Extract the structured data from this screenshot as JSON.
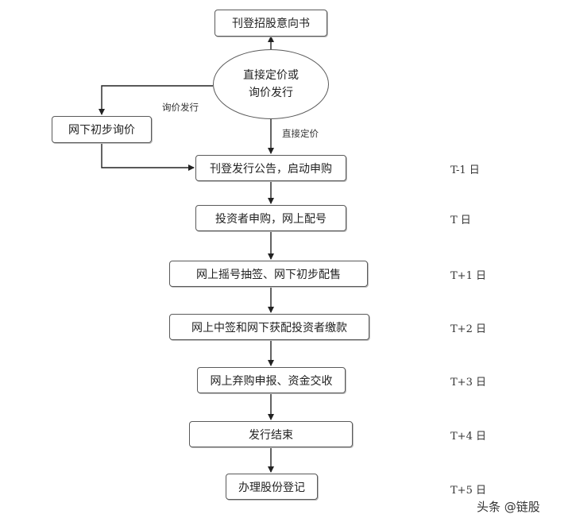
{
  "steps": {
    "prospectus": "刊登招股意向书",
    "pricing_line1": "直接定价或",
    "pricing_line2": "询价发行",
    "offline_inquiry": "网下初步询价",
    "announce": "刊登发行公告，启动申购",
    "subscribe": "投资者申购，网上配号",
    "lottery": "网上摇号抽签、网下初步配售",
    "payment": "网上中签和网下获配投资者缴款",
    "report": "网上弃购申报、资金交收",
    "finish": "发行结束",
    "register": "办理股份登记"
  },
  "edge_labels": {
    "inquiry": "询价发行",
    "direct": "直接定价"
  },
  "days": {
    "t_minus_1": "T-1 日",
    "t": "T 日",
    "t_plus_1": "T+1 日",
    "t_plus_2": "T+2 日",
    "t_plus_3": "T+3 日",
    "t_plus_4": "T+4 日",
    "t_plus_5": "T+5 日"
  },
  "watermark": "头条 @链股"
}
